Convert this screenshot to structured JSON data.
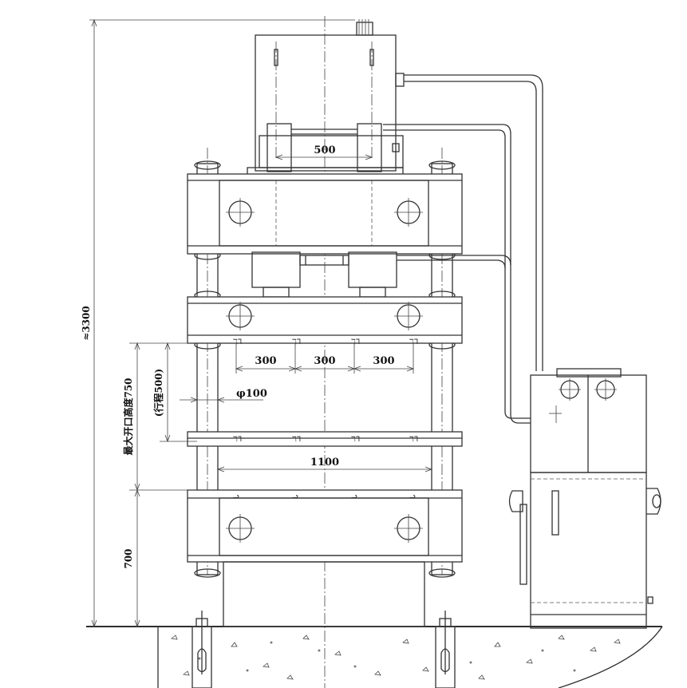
{
  "dimensions": {
    "total_height": "≈3300",
    "cylinder_spacing": "500",
    "tslot_spacing_1": "300",
    "tslot_spacing_2": "300",
    "tslot_spacing_3": "300",
    "column_diameter": "φ100",
    "stroke": "(行程500)",
    "max_opening": "最大开口高度750",
    "table_width": "1100",
    "base_height": "700"
  },
  "tslot_marks": {
    "upper_row": [
      "ℸᒣ",
      "ℸᒣ",
      "ℸᒣ",
      "ℸᒣ"
    ],
    "lower_row": [
      "ℸᒣ",
      "ℸᒣ",
      "ℸᒣ",
      "ℸᒣ"
    ],
    "base_row": [
      "ᓗ",
      "ᓗ",
      "ᓗ",
      "ᓗ"
    ]
  }
}
